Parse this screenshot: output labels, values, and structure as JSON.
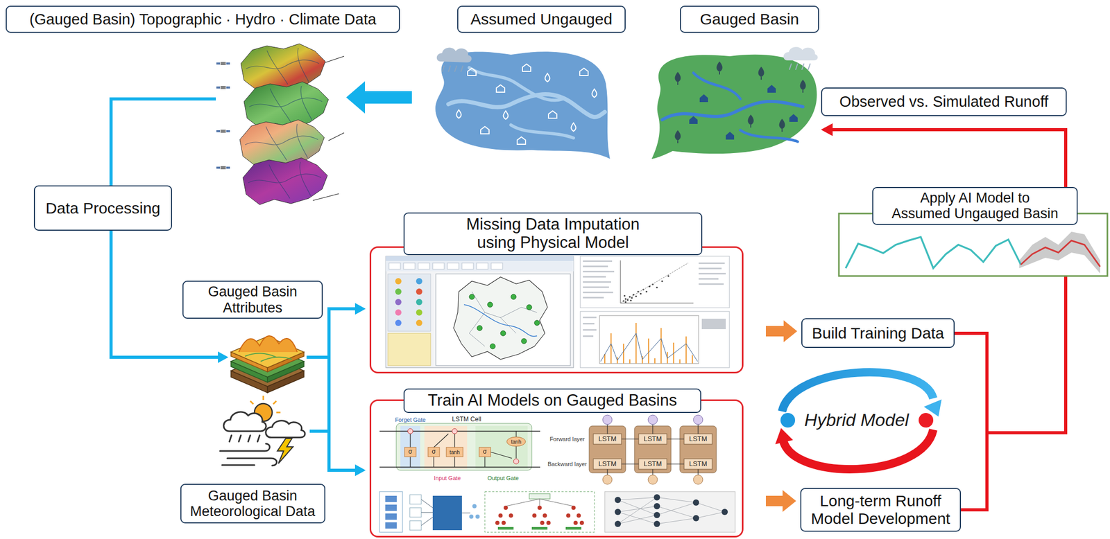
{
  "diagram": {
    "nodes": [
      {
        "text": [
          "(Gauged Basin) Topographic · Hydro · Climate Data"
        ]
      },
      {
        "text": [
          "Assumed Ungauged"
        ]
      },
      {
        "text": [
          "Gauged Basin"
        ]
      },
      {
        "text": [
          "Observed vs. Simulated Runoff"
        ]
      },
      {
        "text": [
          "Data Processing"
        ]
      },
      {
        "text": [
          "Apply AI Model to Assumed Ungauged Basin"
        ]
      },
      {
        "text": [
          "Gauged Basin Attributes"
        ]
      },
      {
        "text": [
          "Missing Data Imputation using Physical Model"
        ]
      },
      {
        "text": [
          "Build Training Data"
        ]
      },
      {
        "text": [
          "Train AI Models on Gauged Basins"
        ]
      },
      {
        "text": [
          "Long-term Runoff Model Development"
        ]
      },
      {
        "text": [
          "Gauged Basin Meteorological Data"
        ]
      }
    ],
    "edges": [
      {
        "from": 1,
        "to": 0,
        "arrow": "to"
      },
      {
        "from": 0,
        "to": 4,
        "arrow": "none"
      },
      {
        "from": 4,
        "to": 6,
        "arrow": "to"
      },
      {
        "from": 6,
        "to": 7,
        "arrow": "to"
      },
      {
        "from": 6,
        "to": 9,
        "arrow": "to"
      },
      {
        "from": 11,
        "to": 7,
        "arrow": "to"
      },
      {
        "from": 11,
        "to": 9,
        "arrow": "to"
      },
      {
        "from": 7,
        "to": 8,
        "arrow": "to"
      },
      {
        "from": 9,
        "to": 10,
        "arrow": "to"
      },
      {
        "from": 8,
        "to": 2,
        "arrow": "to"
      },
      {
        "from": 10,
        "to": 2,
        "arrow": "to"
      }
    ],
    "labels": [
      "Hybrid Model",
      "Forget Gate",
      "LSTM Cell",
      "Input Gate",
      "Output Gate",
      "Forward layer",
      "Backward layer",
      "LSTM",
      "LSTM",
      "LSTM",
      "LSTM",
      "LSTM",
      "LSTM",
      "σ",
      "σ",
      "σ",
      "tanh",
      "tanh"
    ]
  }
}
